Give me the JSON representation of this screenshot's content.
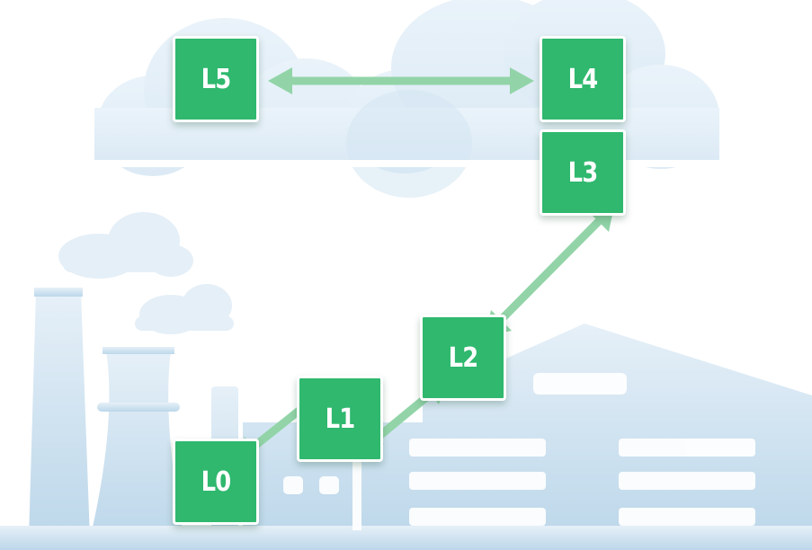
{
  "colors": {
    "level_box": "#2fb86e",
    "connector": "#92d4a8",
    "cloud": "#e3eff8",
    "factory": "#bcd7ea",
    "factory_dark": "#a9cbe2",
    "background": "#ffffff"
  },
  "levels": [
    {
      "id": "L0",
      "label": "L0"
    },
    {
      "id": "L1",
      "label": "L1"
    },
    {
      "id": "L2",
      "label": "L2"
    },
    {
      "id": "L3",
      "label": "L3"
    },
    {
      "id": "L4",
      "label": "L4"
    },
    {
      "id": "L5",
      "label": "L5"
    }
  ],
  "connections": [
    {
      "from": "L0",
      "to": "L1",
      "direction": "bidirectional"
    },
    {
      "from": "L1",
      "to": "L2",
      "direction": "bidirectional"
    },
    {
      "from": "L2",
      "to": "L3",
      "direction": "bidirectional"
    },
    {
      "from": "L5",
      "to": "L4",
      "direction": "bidirectional"
    }
  ],
  "background_scene": {
    "cloud_layer": "cloud-icon",
    "industrial_layer": "factory-icon"
  }
}
